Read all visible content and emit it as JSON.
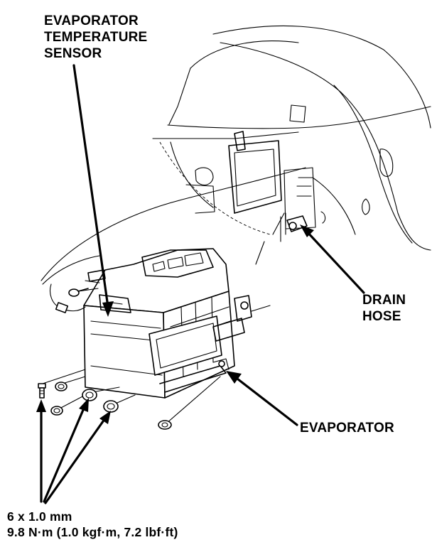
{
  "callouts": {
    "sensor": [
      "EVAPORATOR",
      "TEMPERATURE",
      "SENSOR"
    ],
    "drain": [
      "DRAIN",
      "HOSE"
    ],
    "evaporator": "EVAPORATOR",
    "bolt_spec": [
      "6 x 1.0 mm",
      "9.8 N·m (1.0 kgf·m, 7.2 lbf·ft)"
    ]
  }
}
